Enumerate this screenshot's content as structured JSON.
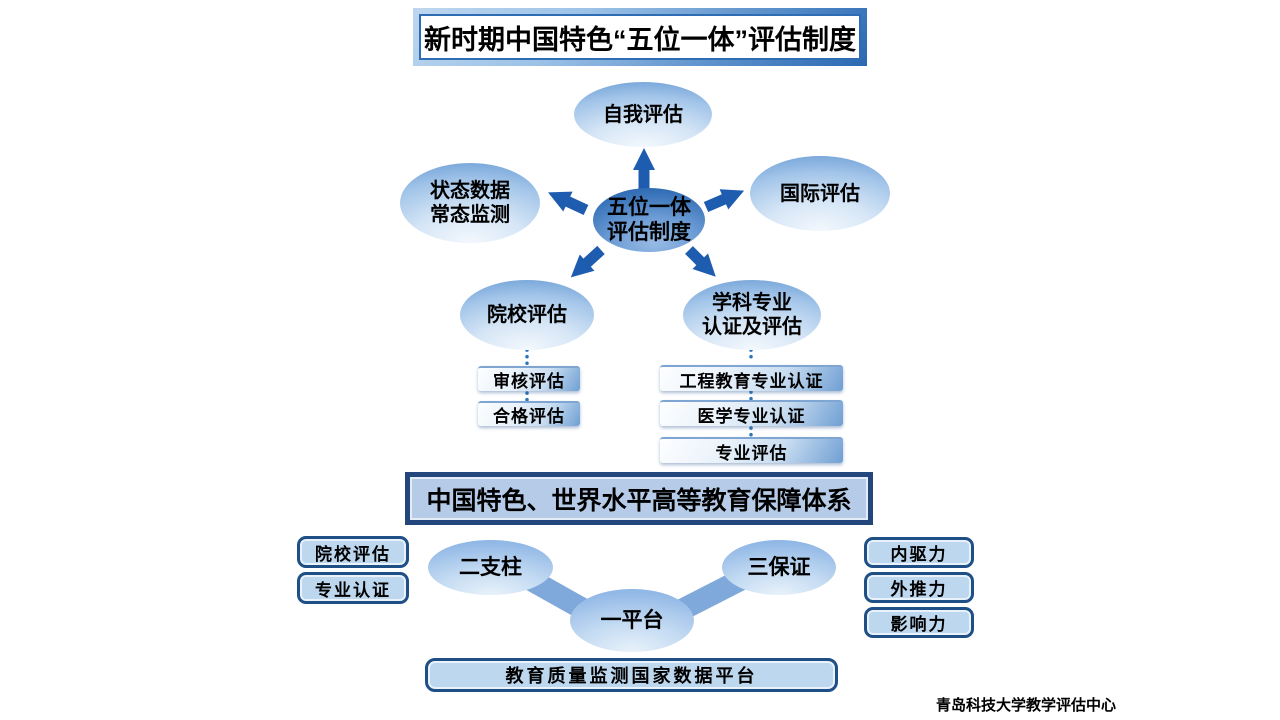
{
  "title": "新时期中国特色“五位一体”评估制度",
  "hub": {
    "line1": "五位一体",
    "line2": "评估制度"
  },
  "spokes": {
    "self_evaluation": "自我评估",
    "status_data_line1": "状态数据",
    "status_data_line2": "常态监测",
    "international": "国际评估",
    "institutional": "院校评估",
    "discipline_line1": "学科专业",
    "discipline_line2": "认证及评估"
  },
  "institutional_items": [
    "审核评估",
    "合格评估"
  ],
  "discipline_items": [
    "工程教育专业认证",
    "医学专业认证",
    "专业评估"
  ],
  "band_title": "中国特色、世界水平高等教育保障体系",
  "framework": {
    "left_boxes": [
      "院校评估",
      "专业认证"
    ],
    "two_pillars": "二支柱",
    "one_platform": "一平台",
    "three_guarantees": "三保证",
    "right_boxes": [
      "内驱力",
      "外推力",
      "影响力"
    ],
    "platform_label": "教育质量监测国家数据平台"
  },
  "footer": "青岛科技大学教学评估中心",
  "colors": {
    "navy_border": "#1e4f86",
    "panel_blue": "#bdd7ee",
    "band_frame": "#23477d",
    "band_fill": "#b5cbe7",
    "arrow_blue": "#1d5cae",
    "hub_blue": "#2361aa",
    "connector_band": "#7fa8db",
    "dot_blue": "#2e75b6"
  }
}
